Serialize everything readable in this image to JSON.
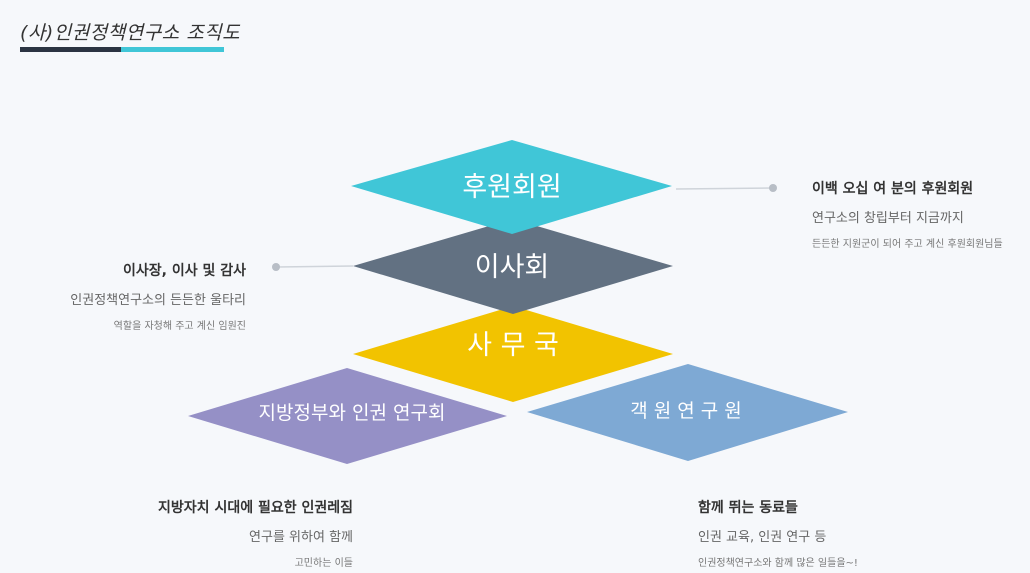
{
  "page_title": "(사)인권정책연구소 조직도",
  "colors": {
    "cyan": "#40c6d7",
    "slate": "#627182",
    "yellow": "#f2c300",
    "purple": "#9590c6",
    "blue": "#7ea9d4",
    "accent_dark": "#2b3442"
  },
  "nodes": {
    "supporters": {
      "label": "후원회원"
    },
    "board": {
      "label": "이사회"
    },
    "secretariat": {
      "label": "사 무 국"
    },
    "local": {
      "label": "지방정부와 인권 연구회"
    },
    "visiting": {
      "label": "객 원 연 구 원"
    }
  },
  "descriptions": {
    "supporters": {
      "heading": "이백 오십 여 분의 후원회원",
      "line1": "연구소의 창립부터 지금까지",
      "line2": "든든한 지원군이 되어 주고 계신 후원회원님들"
    },
    "board": {
      "heading": "이사장, 이사 및 감사",
      "line1": "인권정책연구소의 든든한 울타리",
      "line2": "역할을 자청해 주고 계신 임원진"
    },
    "local": {
      "heading": "지방자치 시대에 필요한 인권레짐",
      "line1": "연구를 위하여 함께",
      "line2": "고민하는 이들"
    },
    "visiting": {
      "heading": "함께 뛰는 동료들",
      "line1": "인권 교육, 인권 연구 등",
      "line2": "인권정책연구소와 함께 많은 일들을~!"
    }
  }
}
